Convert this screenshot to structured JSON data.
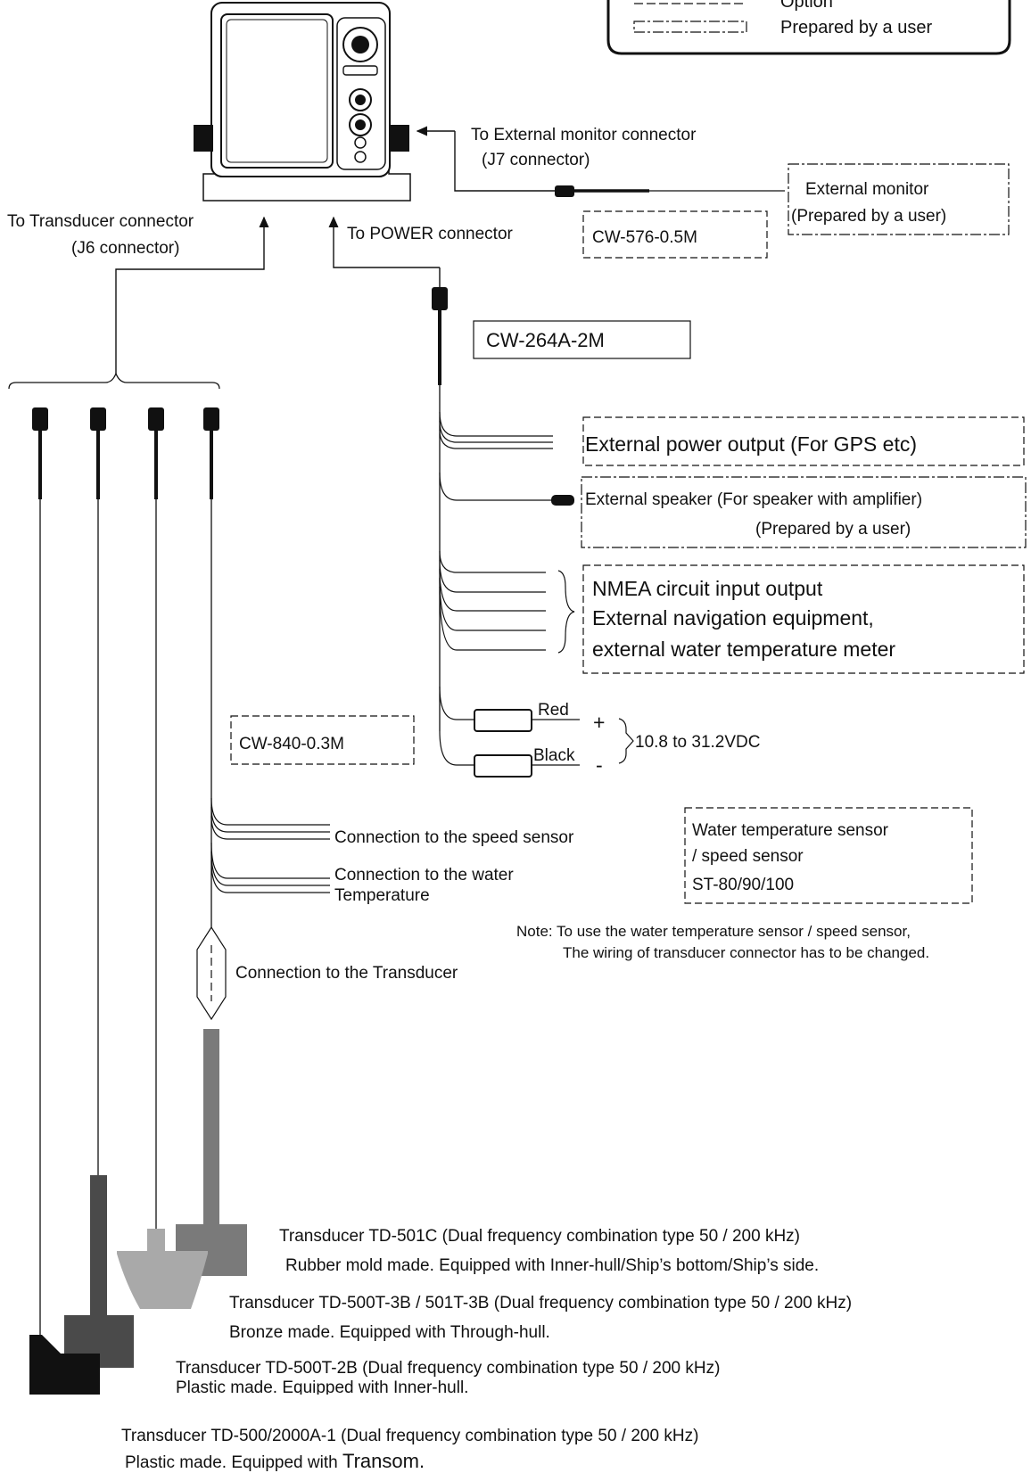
{
  "legend": {
    "option_label": "Option",
    "user_label": "Prepared by a user"
  },
  "main_unit": {
    "external_monitor_connector": [
      "To External monitor connector",
      "(J7 connector)"
    ],
    "transducer_connector": [
      "To Transducer connector",
      "(J6 connector)"
    ],
    "power_connector": "To POWER connector"
  },
  "cables": {
    "monitor_cable": "CW-576-0.5M",
    "power_cable": "CW-264A-2M",
    "sensor_cable": "CW-840-0.3M"
  },
  "external_monitor": [
    "External monitor",
    "(Prepared by a user)"
  ],
  "power_branches": {
    "ext_power": "External power output (For GPS etc)",
    "ext_speaker": [
      "External speaker (For speaker with amplifier)",
      "(Prepared by a user)"
    ],
    "nmea": [
      "NMEA circuit input output",
      "External navigation equipment,",
      "external water temperature meter"
    ],
    "red": "Red",
    "black": "Black",
    "plus": "+",
    "minus": "-",
    "voltage": "10.8 to 31.2VDC"
  },
  "sensor_branches": {
    "speed": "Connection to the speed sensor",
    "water": [
      "Connection to the water",
      "Temperature"
    ],
    "transducer": "Connection to the Transducer"
  },
  "sensor_box": [
    "Water temperature sensor",
    "/ speed sensor",
    "ST-80/90/100"
  ],
  "note": [
    "Note: To use the water temperature sensor / speed sensor,",
    "The wiring of transducer connector has to be changed."
  ],
  "transducers": [
    {
      "name": "Transducer TD-501C (Dual frequency combination type 50 / 200 kHz)",
      "desc": "Rubber mold made. Equipped with Inner-hull/Ship’s bottom/Ship’s side.",
      "color": "#7a7a7a"
    },
    {
      "name": "Transducer TD-500T-3B / 501T-3B (Dual frequency combination type 50 / 200 kHz)",
      "desc": "Bronze made. Equipped with Through-hull.",
      "color": "#a9a9a9"
    },
    {
      "name": "Transducer TD-500T-2B (Dual frequency combination type 50 / 200 kHz)",
      "desc": "Plastic made. Equipped with Inner-hull.",
      "color": "#4a4a4a"
    },
    {
      "name": "Transducer TD-500/2000A-1 (Dual frequency combination type 50 / 200 kHz)",
      "desc_prefix": "Plastic made. Equipped with ",
      "desc_emph": "Transom.",
      "color": "#111111"
    }
  ]
}
